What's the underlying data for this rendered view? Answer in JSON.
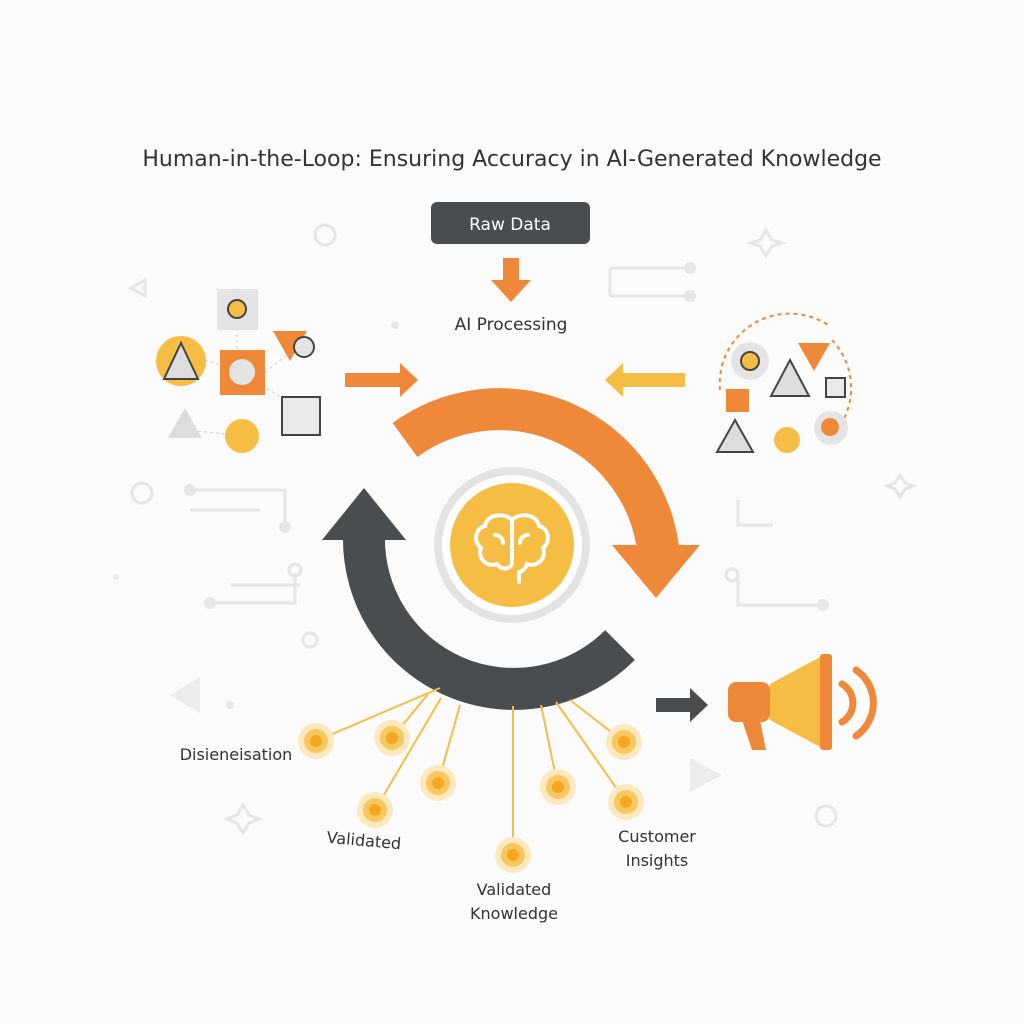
{
  "title": "Human-in-the-Loop: Ensuring Accuracy in AI-Generated Knowledge",
  "raw_data_label": "Raw Data",
  "ai_processing_label": "AI Processing",
  "center_icon": "brain-icon",
  "output_icon": "megaphone-icon",
  "outputs": {
    "disieneisation": "Disieneisation",
    "validated": "Validated",
    "validated_knowledge_line1": "Validated",
    "validated_knowledge_line2": "Knowledge",
    "customer_insights_line1": "Customer",
    "customer_insights_line2": "Insights"
  },
  "colors": {
    "orange": "#f0883a",
    "yellow": "#f6bd45",
    "dark": "#4a4d50",
    "ring": "#e3e3e3"
  }
}
